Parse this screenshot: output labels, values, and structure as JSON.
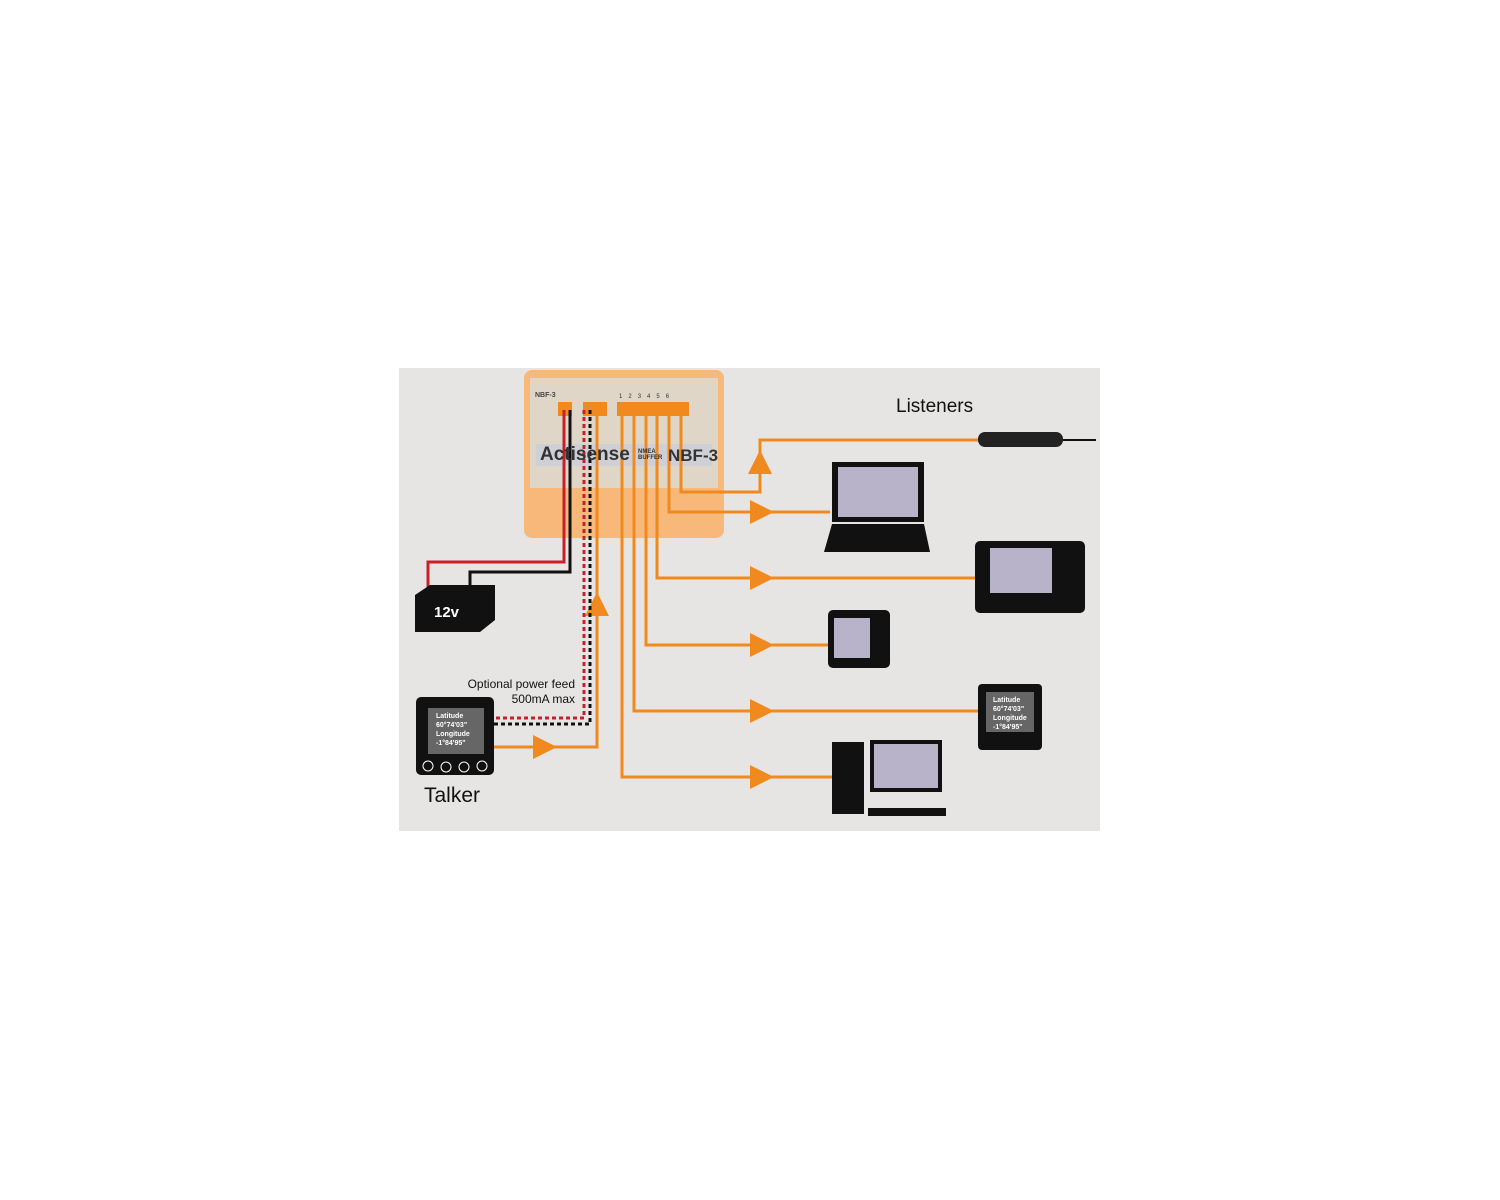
{
  "title_listeners": "Listeners",
  "title_talker": "Talker",
  "power_note": [
    "Optional power feed",
    "500mA max"
  ],
  "battery_label": "12v",
  "device": {
    "brand": "Actisense",
    "subtitle": [
      "NMEA",
      "BUFFER"
    ],
    "model": "NBF-3",
    "ports": [
      "1",
      "2",
      "3",
      "4",
      "5",
      "6"
    ],
    "corner_label": "NBF-3"
  },
  "instrument": {
    "lines": [
      "Latitude",
      "60°74'03\"",
      "Longitude",
      "-1°84'95\""
    ]
  },
  "colors": {
    "wire": "#f08a1e",
    "panel": "#e6e5e3",
    "power_pos": "#c8202a",
    "device": "#f5a55a"
  }
}
